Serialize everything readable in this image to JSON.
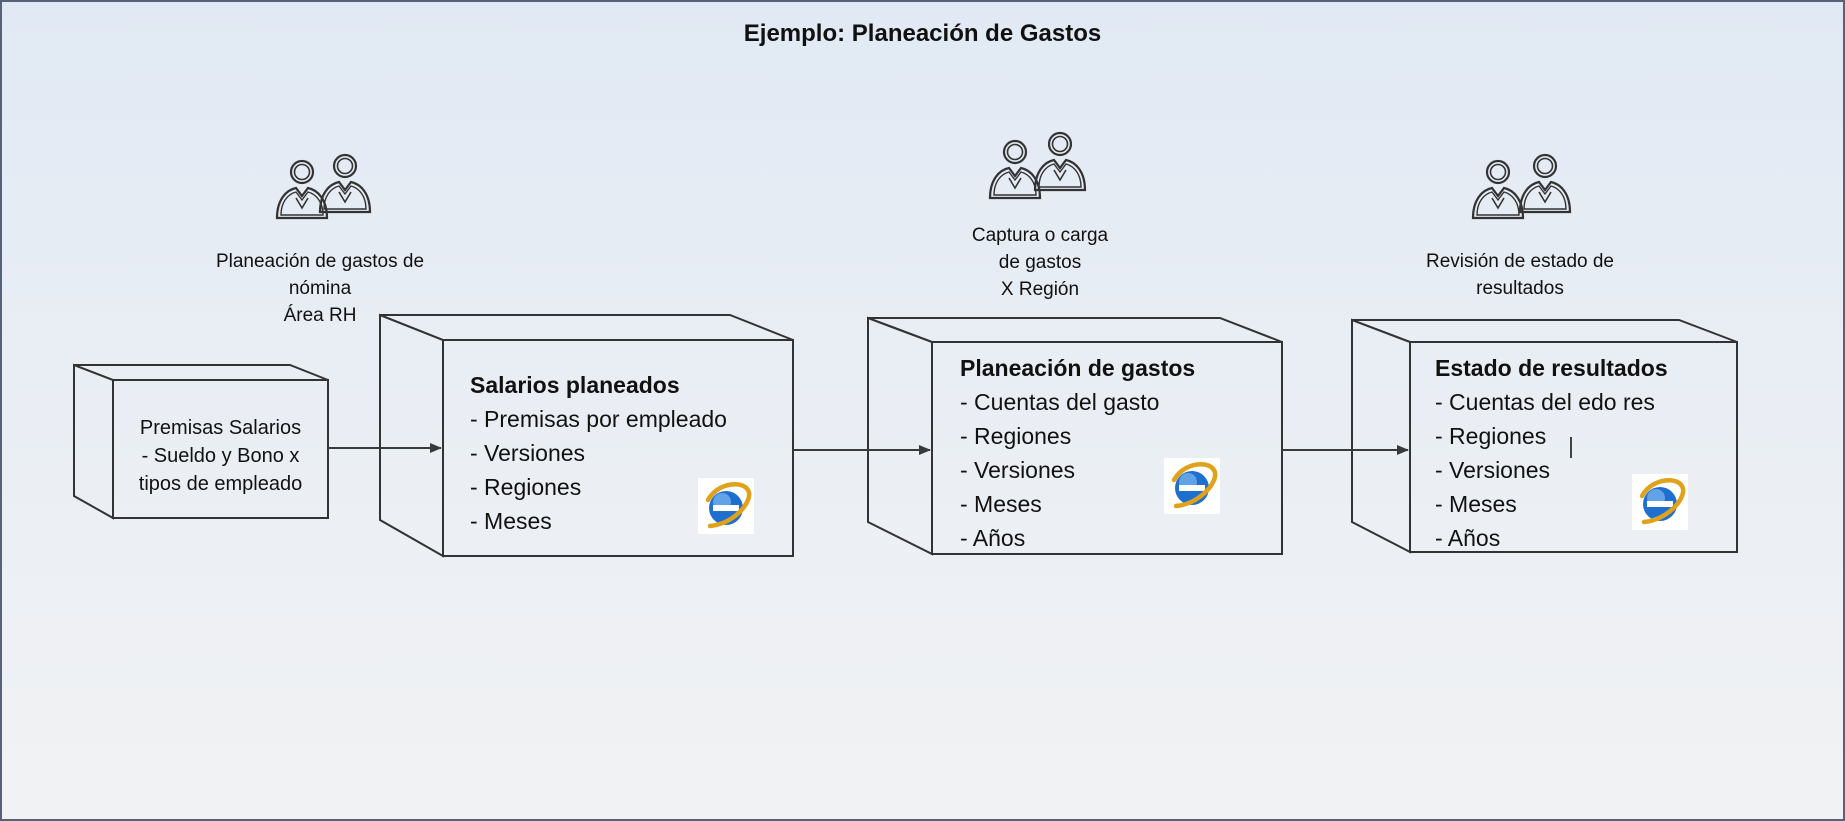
{
  "title": "Ejemplo: Planeación de Gastos",
  "colors": {
    "stroke": "#333333",
    "arrow": "#3a3a3a",
    "ie_blue": "#1f6fd1",
    "ie_ring": "#e0a21a"
  },
  "roles": [
    {
      "icon": "people-icon",
      "lines": [
        "Planeación de gastos de",
        "nómina",
        "Área RH"
      ]
    },
    {
      "icon": "people-icon",
      "lines": [
        "Captura o carga",
        "de gastos",
        "X Región"
      ]
    },
    {
      "icon": "people-icon",
      "lines": [
        "Revisión de estado de",
        "resultados"
      ]
    }
  ],
  "premisas_box": {
    "lines": [
      "Premisas Salarios",
      "- Sueldo y Bono x",
      "tipos de empleado"
    ]
  },
  "boxes": [
    {
      "heading": "Salarios planeados",
      "items": [
        "- Premisas por empleado",
        "- Versiones",
        "- Regiones",
        "- Meses"
      ],
      "icon": "internet-explorer-icon"
    },
    {
      "heading": "Planeación de gastos",
      "items": [
        "- Cuentas del gasto",
        "- Regiones",
        "- Versiones",
        "- Meses",
        "- Años"
      ],
      "icon": "internet-explorer-icon"
    },
    {
      "heading": "Estado de resultados",
      "items": [
        "- Cuentas del edo res",
        "- Regiones",
        "- Versiones",
        "- Meses",
        "- Años"
      ],
      "icon": "internet-explorer-icon"
    }
  ]
}
